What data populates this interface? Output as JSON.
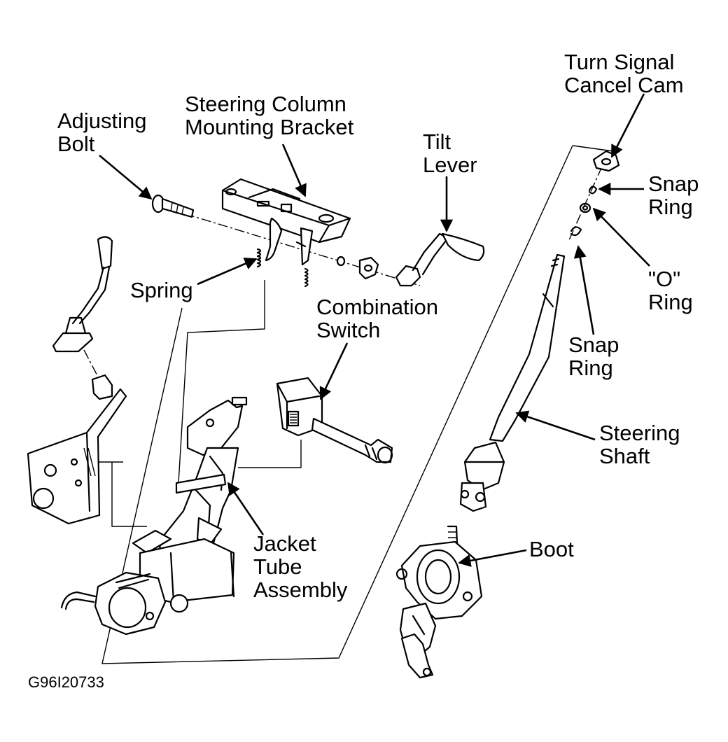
{
  "diagram": {
    "labels": {
      "turn_signal_cancel_cam": "Turn Signal\nCancel Cam",
      "steering_column_mounting_bracket": "Steering Column\nMounting Bracket",
      "adjusting_bolt": "Adjusting\nBolt",
      "tilt_lever": "Tilt\nLever",
      "snap_ring_top": "Snap\nRing",
      "o_ring": "\"O\"\nRing",
      "snap_ring_lower": "Snap\nRing",
      "spring": "Spring",
      "combination_switch": "Combination\nSwitch",
      "steering_shaft": "Steering\nShaft",
      "jacket_tube_assembly": "Jacket\nTube\nAssembly",
      "boot": "Boot"
    },
    "figure_code": "G96I20733"
  }
}
